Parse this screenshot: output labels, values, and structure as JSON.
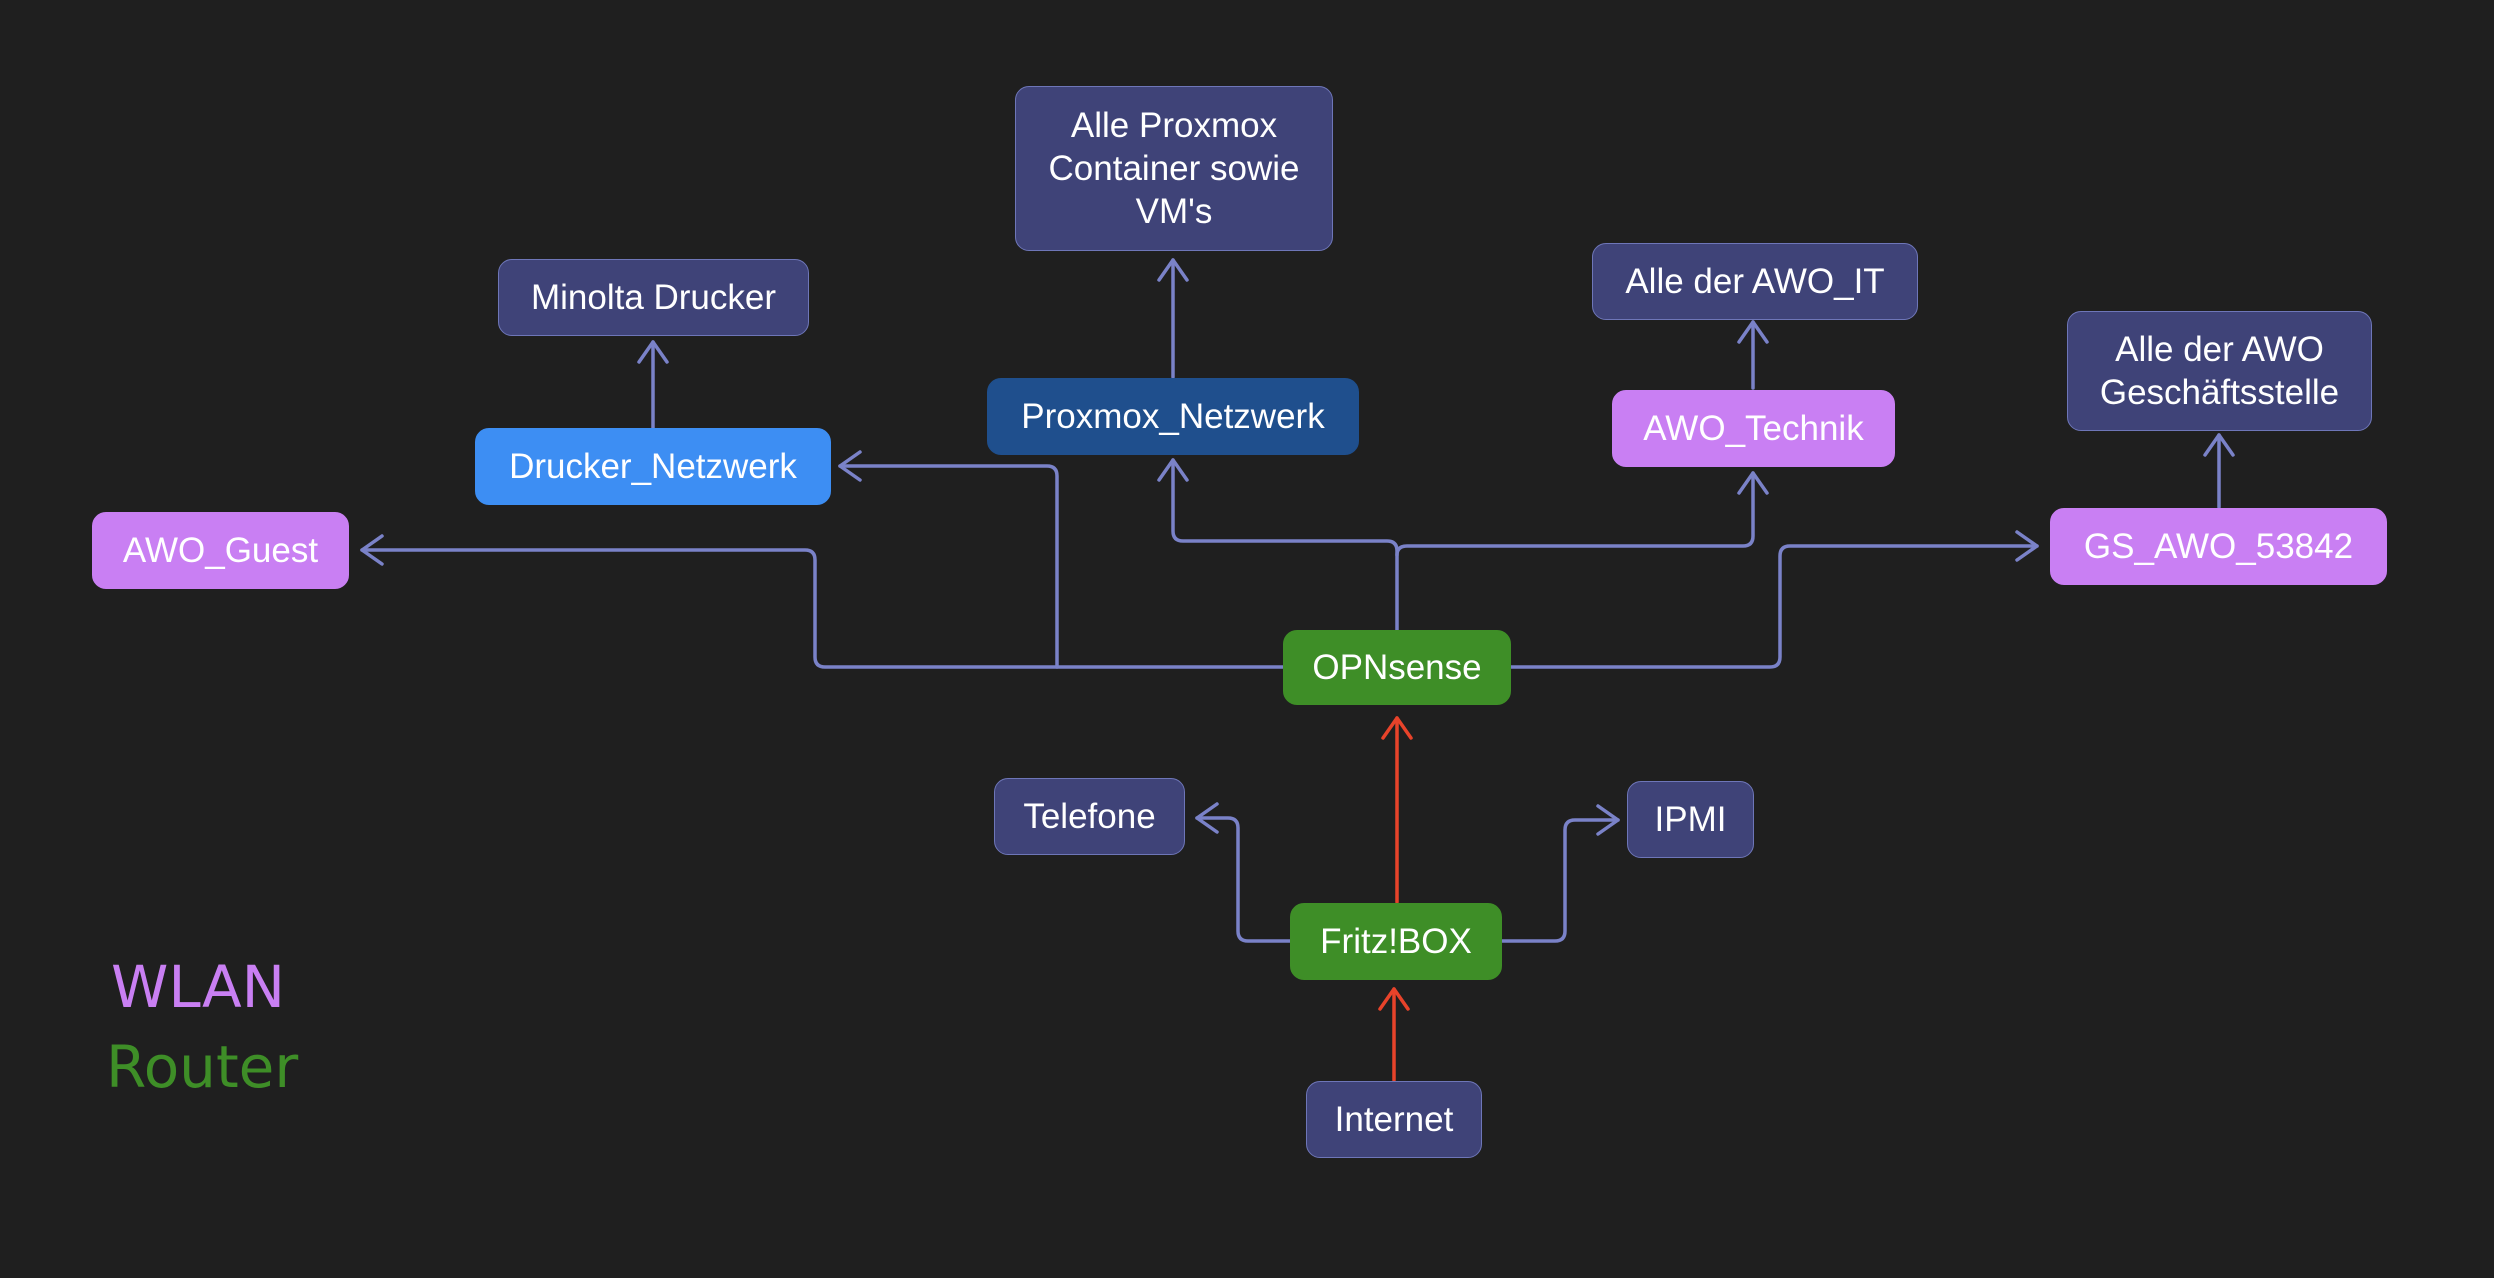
{
  "nodes": {
    "proxmox_vms": "Alle Proxmox\nContainer sowie\nVM's",
    "minolta": "Minolta Drucker",
    "awo_it": "Alle der AWO_IT",
    "awo_gs": "Alle der AWO\nGeschäftsstelle",
    "proxmox_netz": "Proxmox_Netzwerk",
    "drucker_netz": "Drucker_Netzwerk",
    "awo_technik": "AWO_Technik",
    "awo_guest": "AWO_Guest",
    "gs_awo": "GS_AWO_53842",
    "opnsense": "OPNsense",
    "telefone": "Telefone",
    "ipmi": "IPMI",
    "fritzbox": "Fritz!BOX",
    "internet": "Internet"
  },
  "legend": {
    "wlan": "WLAN",
    "router": "Router"
  },
  "colors": {
    "background": "#1f1f1f",
    "edge": "#7a82c8",
    "wan_edge": "#e8432a",
    "wlan": "#c97ff3",
    "router": "#3e8e27",
    "node_navy": "#3f4378",
    "node_blue": "#3d8ef3",
    "node_dark_blue": "#1f4f8d"
  }
}
